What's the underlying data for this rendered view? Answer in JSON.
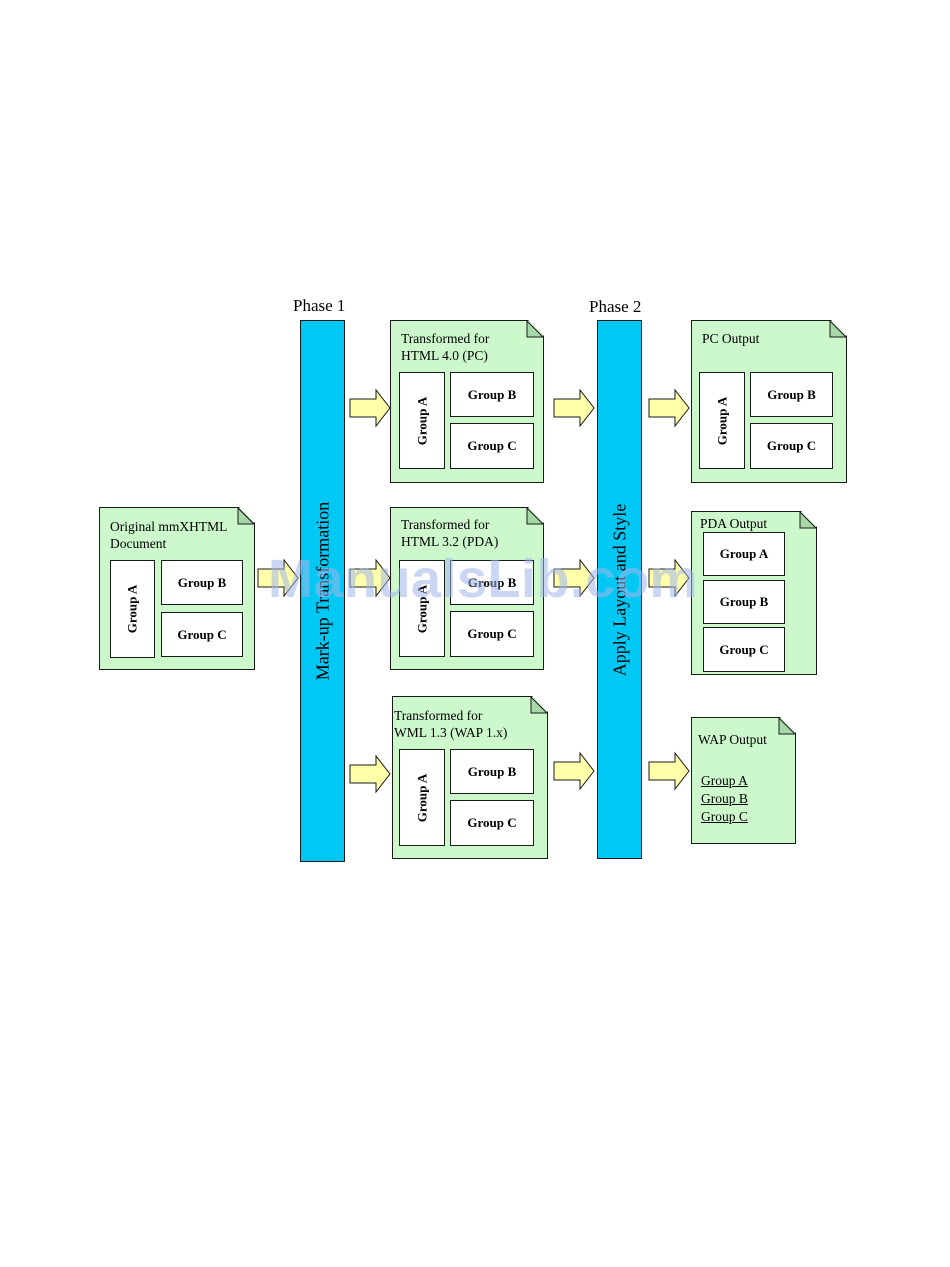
{
  "phase1": {
    "label": "Phase 1",
    "bar_text": "Mark-up Transformation"
  },
  "phase2": {
    "label": "Phase 2",
    "bar_text": "Apply Layout and Style"
  },
  "original": {
    "title_line1": "Original mmXHTML",
    "title_line2": "Document",
    "group_a": "Group A",
    "group_b": "Group B",
    "group_c": "Group C"
  },
  "transformed": [
    {
      "title_line1": "Transformed for",
      "title_line2": "HTML 4.0 (PC)",
      "group_a": "Group A",
      "group_b": "Group B",
      "group_c": "Group C"
    },
    {
      "title_line1": "Transformed for",
      "title_line2": "HTML 3.2 (PDA)",
      "group_a": "Group A",
      "group_b": "Group B",
      "group_c": "Group C"
    },
    {
      "title_line1": "Transformed for",
      "title_line2": "WML 1.3 (WAP 1.x)",
      "group_a": "Group A",
      "group_b": "Group B",
      "group_c": "Group C"
    }
  ],
  "outputs": {
    "pc": {
      "title": "PC Output",
      "group_a": "Group A",
      "group_b": "Group B",
      "group_c": "Group C"
    },
    "pda": {
      "title": "PDA Output",
      "group_a": "Group A",
      "group_b": "Group B",
      "group_c": "Group C"
    },
    "wap": {
      "title": "WAP Output",
      "links": [
        "Group A",
        "Group B",
        "Group C"
      ]
    }
  },
  "watermark": "ManualsLib.com",
  "colors": {
    "doc_fill": "#ccf8cc",
    "phase_bar": "#00c8f4",
    "arrow_fill": "#ffffaa"
  }
}
